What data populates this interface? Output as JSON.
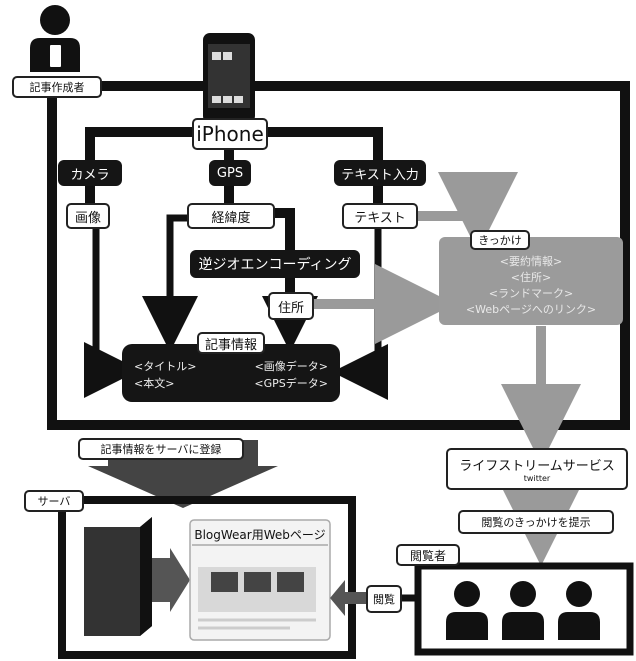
{
  "roles": {
    "author": "記事作成者",
    "viewer": "閲覧者",
    "server": "サーバ"
  },
  "phone": {
    "label": "iPhone"
  },
  "inputs": {
    "camera": "カメラ",
    "gps": "GPS",
    "text_input": "テキスト入力"
  },
  "outputs": {
    "image": "画像",
    "latlng": "経緯度",
    "text": "テキスト",
    "reverse_geocoding": "逆ジオエンコーディング",
    "address": "住所"
  },
  "article_info": {
    "title": "記事情報",
    "items": [
      "<タイトル>",
      "<画像データ>",
      "<本文>",
      "<GPSデータ>"
    ]
  },
  "trigger": {
    "title": "きっかけ",
    "items": [
      "<要約情報>",
      "<住所>",
      "<ランドマーク>",
      "<Webページへのリンク>"
    ]
  },
  "register_label": "記事情報をサーバに登録",
  "lifestream": {
    "title": "ライフストリームサービス",
    "subtitle": "twitter"
  },
  "present_label": "閲覧のきっかけを提示",
  "webpage_title": "BlogWear用Webページ",
  "browse_label": "閲覧"
}
